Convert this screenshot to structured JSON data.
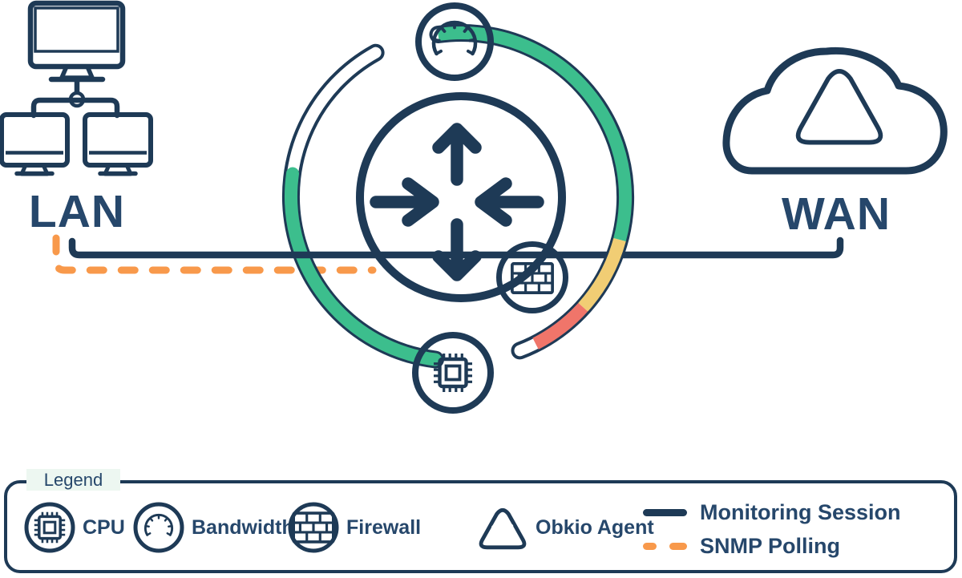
{
  "diagram": {
    "lan_label": "LAN",
    "wan_label": "WAN",
    "nodes": {
      "router": "router-circle",
      "bandwidth": "speedometer-circle",
      "cpu": "cpu-circle",
      "firewall": "firewall-circle",
      "lan": "lan-workstations",
      "wan": "wan-cloud-with-obkio-agent"
    }
  },
  "legend": {
    "title": "Legend",
    "items": [
      {
        "icon": "cpu-chip-icon",
        "label": "CPU"
      },
      {
        "icon": "speedometer-icon",
        "label": "Bandwidth"
      },
      {
        "icon": "firewall-bricks-icon",
        "label": "Firewall"
      },
      {
        "icon": "obkio-agent-triangle-icon",
        "label": "Obkio Agent"
      }
    ],
    "lines": [
      {
        "swatch": "solid-navy-line",
        "label": "Monitoring Session"
      },
      {
        "swatch": "dashed-orange-line",
        "label": "SNMP Polling"
      }
    ]
  },
  "colors": {
    "navy": "#1E3A56",
    "text_navy": "#26476B",
    "orange": "#F4671E",
    "dash_orange": "#F8994B",
    "green": "#3CBE8D",
    "yellow": "#F1CD74",
    "salmon": "#F0756A",
    "mint": "#EDF7F1"
  }
}
